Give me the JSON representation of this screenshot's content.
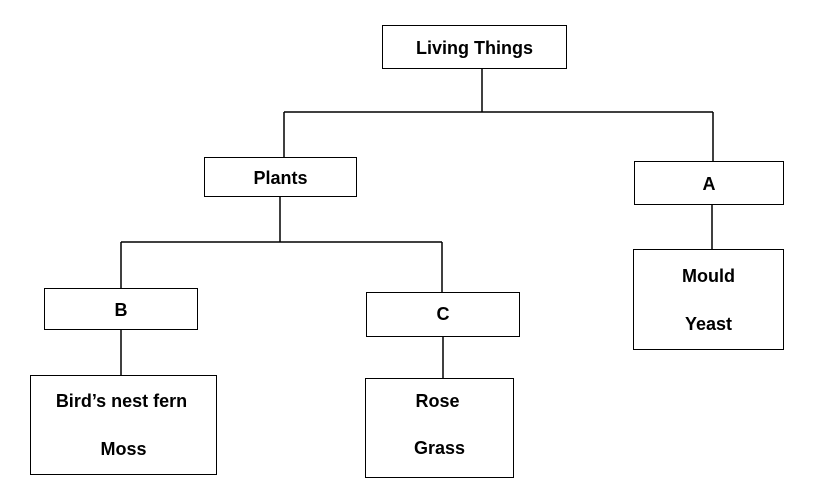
{
  "diagram": {
    "root": {
      "label": "Living Things"
    },
    "plants": {
      "label": "Plants"
    },
    "a": {
      "label": "A"
    },
    "a_examples": [
      "Mould",
      "Yeast"
    ],
    "b": {
      "label": "B"
    },
    "b_examples": [
      "Bird’s nest fern",
      "Moss"
    ],
    "c": {
      "label": "C"
    },
    "c_examples": [
      "Rose",
      "Grass"
    ]
  },
  "colors": {
    "line": "#000000",
    "text": "#000000",
    "background": "#ffffff"
  }
}
